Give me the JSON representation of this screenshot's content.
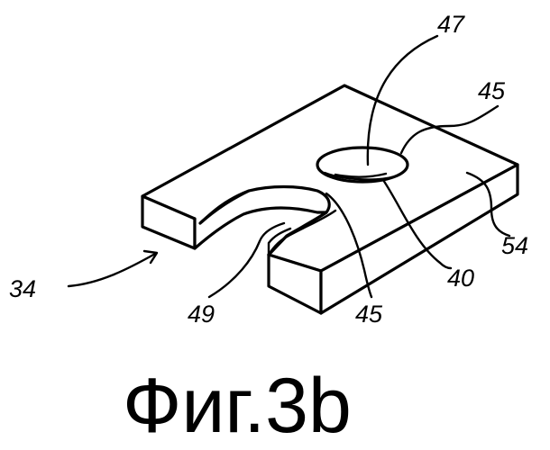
{
  "figure": {
    "caption": "Фиг.3b",
    "labels": {
      "part": "34",
      "hole": "47",
      "edge_upper": "45",
      "edge_lower": "45",
      "slot": "49",
      "inner_wall": "40",
      "top_face": "54"
    }
  }
}
